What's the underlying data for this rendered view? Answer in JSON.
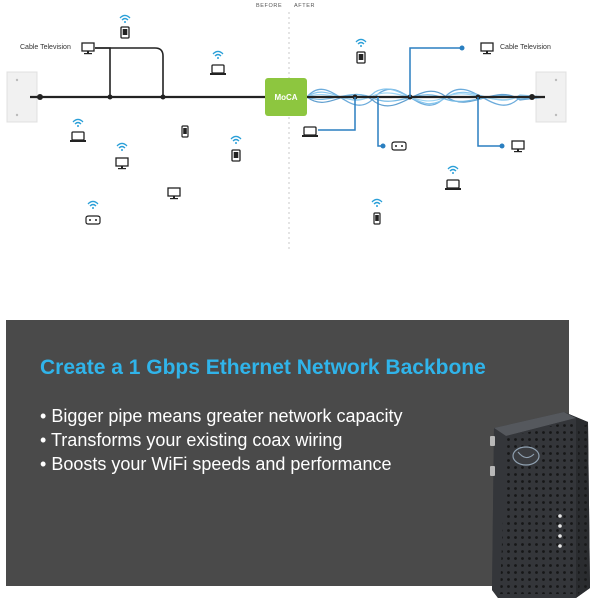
{
  "diagram": {
    "before_label": "BEFORE",
    "after_label": "AFTER",
    "cable_tv_left": "Cable Television",
    "cable_tv_right": "Cable Television",
    "moca_label": "MoCA",
    "colors": {
      "wifi": "#2a9fd8",
      "moca": "#8dc63f",
      "line": "#222222",
      "wave": "#3a8fd0"
    }
  },
  "banner": {
    "headline": "Create a 1 Gbps Ethernet Network Backbone",
    "bullets": [
      "Bigger pipe means greater network capacity",
      "Transforms your existing coax wiring",
      "Boosts your WiFi speeds and performance"
    ],
    "colors": {
      "background": "#4a4a4a",
      "headline": "#30b4ea",
      "text": "#ffffff"
    }
  },
  "product": {
    "icon": "moca-adapter-device"
  }
}
